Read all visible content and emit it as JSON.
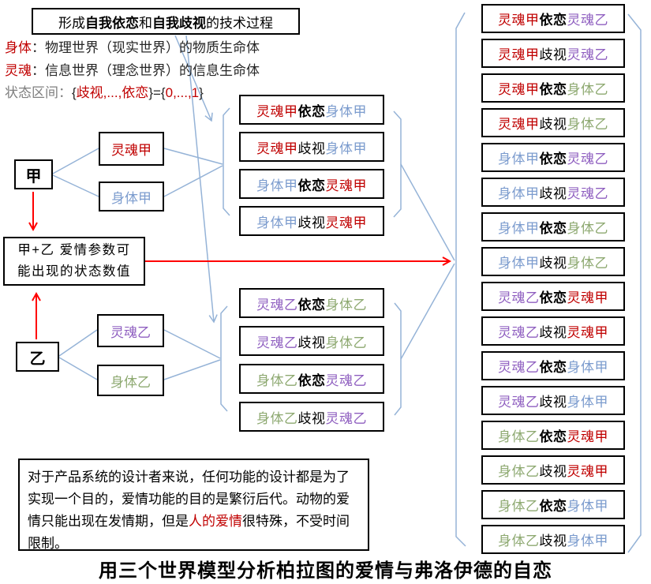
{
  "colors": {
    "soul_jia_red": "#C00000",
    "body_jia_blue": "#7C9CCE",
    "soul_yi_purple": "#8F5FC0",
    "body_yi_green": "#8EA971",
    "connector_blue": "#95B3D7",
    "arrow_red": "#FF0000"
  },
  "header": {
    "process_title": {
      "p1": "形成",
      "p2": "自我依恋",
      "p3": "和",
      "p4": "自我歧视",
      "p5": "的技术过程"
    },
    "def_body": {
      "label": "身体",
      "text": "：物理世界（现实世界）的物质生命体"
    },
    "def_soul": {
      "label": "灵魂",
      "text": "：信息世界（理念世界）的信息生命体"
    },
    "state_range": {
      "label": "状态区间：",
      "b1": "{",
      "r1": "歧视,...,依恋",
      "b2": "}={",
      "r2": "0,...,1",
      "b3": "}"
    }
  },
  "entities": {
    "jia": "甲",
    "yi": "乙",
    "soul_jia": "灵魂甲",
    "body_jia": "身体甲",
    "soul_yi": "灵魂乙",
    "body_yi": "身体乙",
    "param_line1": "甲+乙 爱情参数可",
    "param_line2": "能出现的状态数值"
  },
  "rel": {
    "a": [
      {
        "s": "灵魂甲",
        "sc": "#C00000",
        "v": "依恋",
        "vw": "bold",
        "o": "身体甲",
        "oc": "#7C9CCE"
      },
      {
        "s": "灵魂甲",
        "sc": "#C00000",
        "v": "歧视",
        "vw": "normal",
        "o": "身体甲",
        "oc": "#7C9CCE"
      },
      {
        "s": "身体甲",
        "sc": "#7C9CCE",
        "v": "依恋",
        "vw": "bold",
        "o": "灵魂甲",
        "oc": "#C00000"
      },
      {
        "s": "身体甲",
        "sc": "#7C9CCE",
        "v": "歧视",
        "vw": "normal",
        "o": "灵魂甲",
        "oc": "#C00000"
      }
    ],
    "b": [
      {
        "s": "灵魂乙",
        "sc": "#8F5FC0",
        "v": "依恋",
        "vw": "bold",
        "o": "身体乙",
        "oc": "#8EA971"
      },
      {
        "s": "灵魂乙",
        "sc": "#8F5FC0",
        "v": "歧视",
        "vw": "normal",
        "o": "身体乙",
        "oc": "#8EA971"
      },
      {
        "s": "身体乙",
        "sc": "#8EA971",
        "v": "依恋",
        "vw": "bold",
        "o": "灵魂乙",
        "oc": "#8F5FC0"
      },
      {
        "s": "身体乙",
        "sc": "#8EA971",
        "v": "歧视",
        "vw": "normal",
        "o": "灵魂乙",
        "oc": "#8F5FC0"
      }
    ],
    "r": [
      {
        "s": "灵魂甲",
        "sc": "#C00000",
        "v": "依恋",
        "vw": "bold",
        "o": "灵魂乙",
        "oc": "#8F5FC0"
      },
      {
        "s": "灵魂甲",
        "sc": "#C00000",
        "v": "歧视",
        "vw": "normal",
        "o": "灵魂乙",
        "oc": "#8F5FC0"
      },
      {
        "s": "灵魂甲",
        "sc": "#C00000",
        "v": "依恋",
        "vw": "bold",
        "o": "身体乙",
        "oc": "#8EA971"
      },
      {
        "s": "灵魂甲",
        "sc": "#C00000",
        "v": "歧视",
        "vw": "normal",
        "o": "身体乙",
        "oc": "#8EA971"
      },
      {
        "s": "身体甲",
        "sc": "#7C9CCE",
        "v": "依恋",
        "vw": "bold",
        "o": "灵魂乙",
        "oc": "#8F5FC0"
      },
      {
        "s": "身体甲",
        "sc": "#7C9CCE",
        "v": "歧视",
        "vw": "normal",
        "o": "灵魂乙",
        "oc": "#8F5FC0"
      },
      {
        "s": "身体甲",
        "sc": "#7C9CCE",
        "v": "依恋",
        "vw": "bold",
        "o": "身体乙",
        "oc": "#8EA971"
      },
      {
        "s": "身体甲",
        "sc": "#7C9CCE",
        "v": "歧视",
        "vw": "normal",
        "o": "身体乙",
        "oc": "#8EA971"
      },
      {
        "s": "灵魂乙",
        "sc": "#8F5FC0",
        "v": "依恋",
        "vw": "bold",
        "o": "灵魂甲",
        "oc": "#C00000"
      },
      {
        "s": "灵魂乙",
        "sc": "#8F5FC0",
        "v": "歧视",
        "vw": "normal",
        "o": "灵魂甲",
        "oc": "#C00000"
      },
      {
        "s": "灵魂乙",
        "sc": "#8F5FC0",
        "v": "依恋",
        "vw": "bold",
        "o": "身体甲",
        "oc": "#7C9CCE"
      },
      {
        "s": "灵魂乙",
        "sc": "#8F5FC0",
        "v": "歧视",
        "vw": "normal",
        "o": "身体甲",
        "oc": "#7C9CCE"
      },
      {
        "s": "身体乙",
        "sc": "#8EA971",
        "v": "依恋",
        "vw": "bold",
        "o": "灵魂甲",
        "oc": "#C00000"
      },
      {
        "s": "身体乙",
        "sc": "#8EA971",
        "v": "歧视",
        "vw": "normal",
        "o": "灵魂甲",
        "oc": "#C00000"
      },
      {
        "s": "身体乙",
        "sc": "#8EA971",
        "v": "依恋",
        "vw": "bold",
        "o": "身体甲",
        "oc": "#7C9CCE"
      },
      {
        "s": "身体乙",
        "sc": "#8EA971",
        "v": "歧视",
        "vw": "normal",
        "o": "身体甲",
        "oc": "#7C9CCE"
      }
    ]
  },
  "note": {
    "pre": "对于产品系统的设计者来说，任何功能的设计都是为了实现一个目的，爱情功能的目的是繁衍后代。动物的爱情只能出现在发情期，但是",
    "red": "人的爱情",
    "post": "很特殊，不受时间限制。"
  },
  "caption": "用三个世界模型分析柏拉图的爱情与弗洛伊德的自恋"
}
